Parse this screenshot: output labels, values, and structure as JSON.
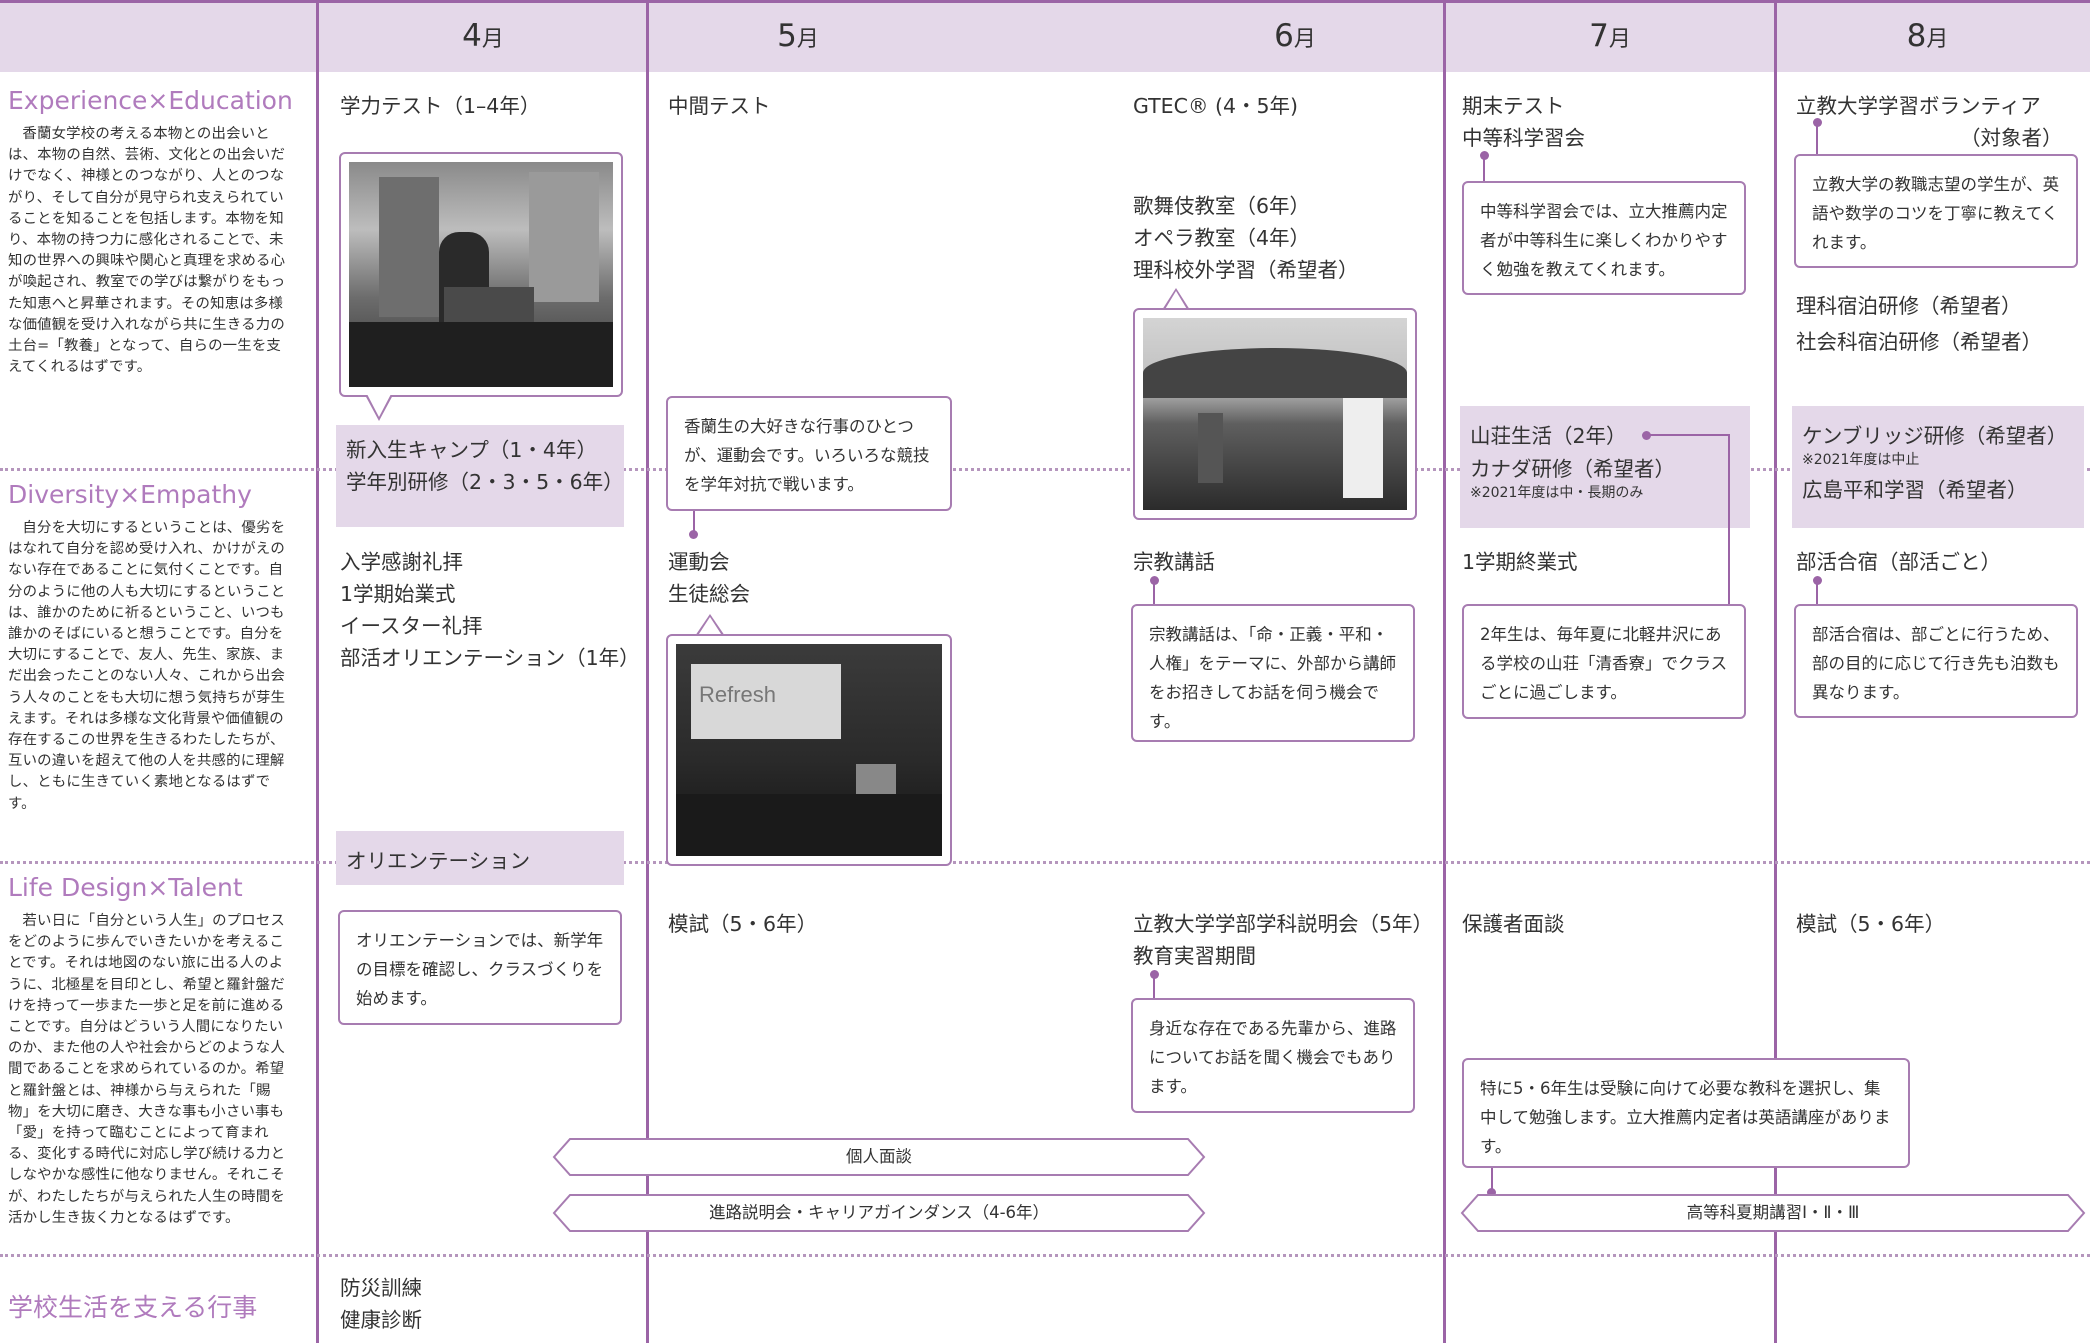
{
  "months": [
    "4",
    "5",
    "6",
    "7",
    "8"
  ],
  "month_suffix": "月",
  "bands": [
    {
      "title": "Experience×Education",
      "body": "香蘭女学校の考える本物との出会いとは、本物の自然、芸術、文化との出会いだけでなく、神様とのつながり、人とのつながり、そして自分が見守られ支えられていることを知ることを包括します。本物を知り、本物の持つ力に感化されることで、未知の世界への興味や関心と真理を求める心が喚起され、教室での学びは繋がりをもった知恵へと昇華されます。その知恵は多様な価値観を受け入れながら共に生きる力の土台=「教養」となって、自らの一生を支えてくれるはずです。"
    },
    {
      "title": "Diversity×Empathy",
      "body": "自分を大切にするということは、優劣をはなれて自分を認め受け入れ、かけがえのない存在であることに気付くことです。自分のように他の人も大切にするということは、誰かのために祈るということ、いつも誰かのそばにいると想うことです。自分を大切にすることで、友人、先生、家族、まだ出会ったことのない人々、これから出会う人々のことをも大切に想う気持ちが芽生えます。それは多様な文化背景や価値観の存在するこの世界を生きるわたしたちが、互いの違いを超えて他の人を共感的に理解し、ともに生きていく素地となるはずです。"
    },
    {
      "title": "Life Design×Talent",
      "body": "若い日に「自分という人生」のプロセスをどのように歩んでいきたいかを考えることです。それは地図のない旅に出る人のように、北極星を目印とし、希望と羅針盤だけを持って一歩また一歩と足を前に進めることです。自分はどういう人間になりたいのか、また他の人や社会からどのような人間であることを求められているのか。希望と羅針盤とは、神様から与えられた「賜物」を大切に磨き、大きな事も小さい事も「愛」を持って臨むことによって育まれる、変化する時代に対応し学び続ける力としなやかな感性に他なりません。それこそが、わたしたちが与えられた人生の時間を活かし生き抜く力となるはずです。"
    },
    {
      "title": "学校生活を支える行事",
      "body": ""
    }
  ],
  "events": {
    "apr_test": "学力テスト（1–4年）",
    "apr_camp": "新入生キャンプ（1・4年）",
    "apr_grade": "学年別研修（2・3・5・6年）",
    "apr_b2_1": "入学感謝礼拝",
    "apr_b2_2": "1学期始業式",
    "apr_b2_3": "イースター礼拝",
    "apr_b2_4": "部活オリエンテーション（1年）",
    "apr_orient": "オリエンテーション",
    "apr_orient_box": "オリエンテーションでは、新学年の目標を確認し、クラスづくりを始めます。",
    "apr_b4_1": "防災訓練",
    "apr_b4_2": "健康診断",
    "may_test": "中間テスト",
    "may_box": "香蘭生の大好きな行事のひとつが、運動会です。いろいろな競技を学年対抗で戦います。",
    "may_b2_1": "運動会",
    "may_b2_2": "生徒総会",
    "may_b3": "模試（5・6年）",
    "photo_refresh": "Refresh",
    "jun_gtec": "GTEC® (4・5年)",
    "jun_1": "歌舞伎教室（6年）",
    "jun_2": "オペラ教室（4年）",
    "jun_3": "理科校外学習（希望者）",
    "jun_b2": "宗教講話",
    "jun_b2_box": "宗教講話は、「命・正義・平和・人権」をテーマに、外部から講師をお招きしてお話を伺う機会です。",
    "jun_b3_1": "立教大学学部学科説明会（5年）",
    "jun_b3_2": "教育実習期間",
    "jun_b3_box": "身近な存在である先輩から、進路についてお話を聞く機会でもあります。",
    "jul_1": "期末テスト",
    "jul_2": "中等科学習会",
    "jul_box": "中等科学習会では、立大推薦内定者が中等科生に楽しくわかりやすく勉強を教えてくれます。",
    "jul_sanso": "山荘生活（2年）",
    "jul_canada": "カナダ研修（希望者）",
    "jul_canada_note": "※2021年度は中・長期のみ",
    "jul_b2": "1学期終業式",
    "jul_b2_box": "2年生は、毎年夏に北軽井沢にある学校の山荘「清香寮」でクラスごとに過ごします。",
    "jul_b3": "保護者面談",
    "jul_b3_box": "特に5・6年生は受験に向けて必要な教科を選択し、集中して勉強します。立大推薦内定者は英語講座があります。",
    "aug_1a": "立教大学学習ボランティア",
    "aug_1b": "（対象者）",
    "aug_box": "立教大学の教職志望の学生が、英語や数学のコツを丁寧に教えてくれます。",
    "aug_2": "理科宿泊研修（希望者）",
    "aug_3": "社会科宿泊研修（希望者）",
    "aug_cam": "ケンブリッジ研修（希望者）",
    "aug_cam_note": "※2021年度は中止",
    "aug_hiro": "広島平和学習（希望者）",
    "aug_b2": "部活合宿（部活ごと）",
    "aug_b2_box": "部活合宿は、部ごとに行うため、部の目的に応じて行き先も泊数も異なります。",
    "aug_b3": "模試（5・6年）",
    "arrow_1": "個人面談",
    "arrow_2": "進路説明会・キャリアガインダンス（4-6年）",
    "arrow_3": "高等科夏期講習Ⅰ・Ⅱ・Ⅲ"
  }
}
